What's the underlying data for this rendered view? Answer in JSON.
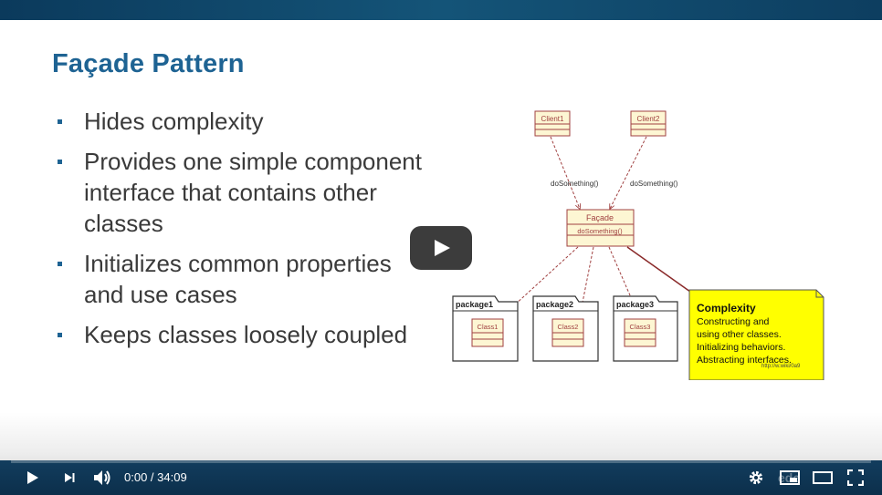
{
  "slide": {
    "title": "Façade Pattern",
    "bullets": [
      "Hides complexity",
      "Provides one simple component interface that contains other classes",
      "Initializes common properties and use cases",
      "Keeps classes loosely coupled"
    ]
  },
  "diagram": {
    "clients": [
      "Client1",
      "Client2"
    ],
    "calls": [
      "doSomething()",
      "doSomething()"
    ],
    "facade": {
      "name": "Façade",
      "method": "doSomething()"
    },
    "packages": [
      {
        "name": "package1",
        "class": "Class1"
      },
      {
        "name": "package2",
        "class": "Class2"
      },
      {
        "name": "package3",
        "class": "Class3"
      }
    ],
    "note": {
      "title": "Complexity",
      "lines": [
        "Constructing and",
        "using other classes.",
        "Initializing behaviors.",
        "Abstracting interfaces."
      ]
    },
    "source": "http://w.wiki/0a9"
  },
  "player": {
    "time_current": "0:00",
    "time_total": "34:09",
    "time_display": "0:00 / 34:09",
    "progress": 0,
    "watermark": "ede",
    "colors": {
      "controls_bg": "#0c2f4b",
      "progress": "#ff0000",
      "title": "#1e6393",
      "note_fill": "#ffff00"
    }
  }
}
